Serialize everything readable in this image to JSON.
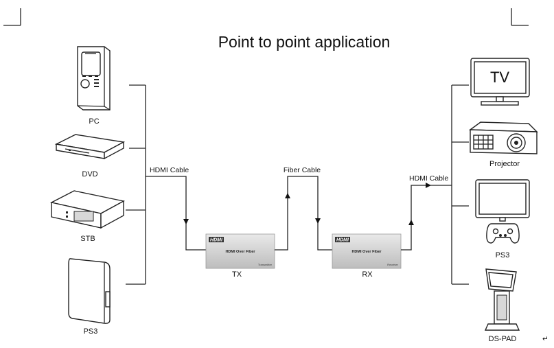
{
  "title": "Point to point application",
  "sources": [
    {
      "label": "PC",
      "icon": "pc-tower-icon"
    },
    {
      "label": "DVD",
      "icon": "dvd-player-icon"
    },
    {
      "label": "STB",
      "icon": "set-top-box-icon"
    },
    {
      "label": "PS3",
      "icon": "ps3-console-icon"
    }
  ],
  "transmitter": {
    "label": "TX",
    "logo": "HDMI",
    "name": "HDMI Over Fiber",
    "role": "Transmitter"
  },
  "receiver": {
    "label": "RX",
    "logo": "HDMI",
    "name": "HDMI Over Fiber",
    "role": "Receiver"
  },
  "cables": {
    "left": "HDMI Cable",
    "middle": "Fiber Cable",
    "right": "HDMI Cable"
  },
  "displays": [
    {
      "label": "",
      "icon": "tv-icon",
      "screen_text": "TV"
    },
    {
      "label": "Projector",
      "icon": "projector-icon"
    },
    {
      "label": "PS3",
      "icon": "monitor-with-gamepad-icon"
    },
    {
      "label": "DS-PAD",
      "icon": "digital-signage-kiosk-icon"
    }
  ],
  "corner_mark": "↵"
}
